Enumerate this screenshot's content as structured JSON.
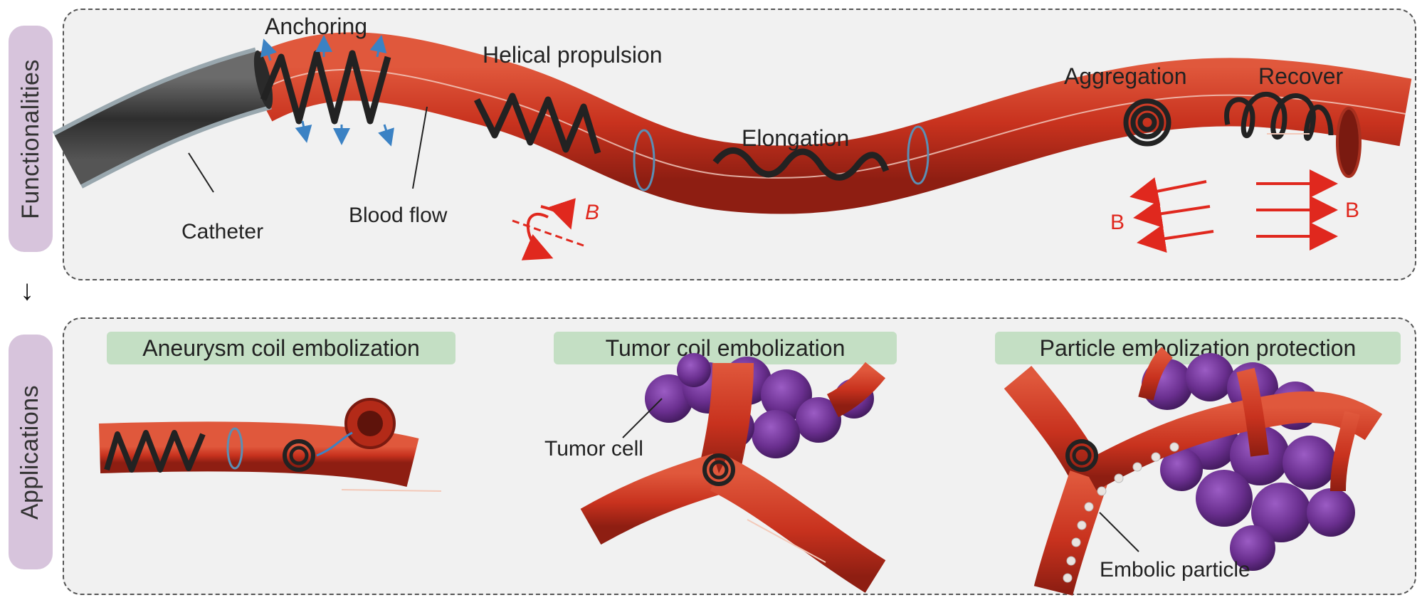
{
  "panels": {
    "functionalities": {
      "side_label": "Functionalities",
      "labels": {
        "anchoring": "Anchoring",
        "helical_propulsion": "Helical propulsion",
        "elongation": "Elongation",
        "aggregation": "Aggregation",
        "recover": "Recover",
        "catheter": "Catheter",
        "blood_flow": "Blood flow",
        "field_rotating": "B",
        "field_left": "B",
        "field_right": "B"
      }
    },
    "applications": {
      "side_label": "Applications",
      "titles": {
        "aneurysm": "Aneurysm coil embolization",
        "tumor": "Tumor coil embolization",
        "particle": "Particle embolization protection"
      },
      "labels": {
        "tumor_cell": "Tumor cell",
        "embolic_particle": "Embolic particle"
      }
    }
  },
  "colors": {
    "vessel": "#c8321e",
    "vessel_dark": "#8e1e12",
    "field_arrow": "#e0281e",
    "motion_arrow": "#3b82c4",
    "tumor": "#6a2f8f",
    "label_bg": "#d7c4dc",
    "title_bg": "#c4dfc4",
    "catheter": "#3a3a3a"
  }
}
